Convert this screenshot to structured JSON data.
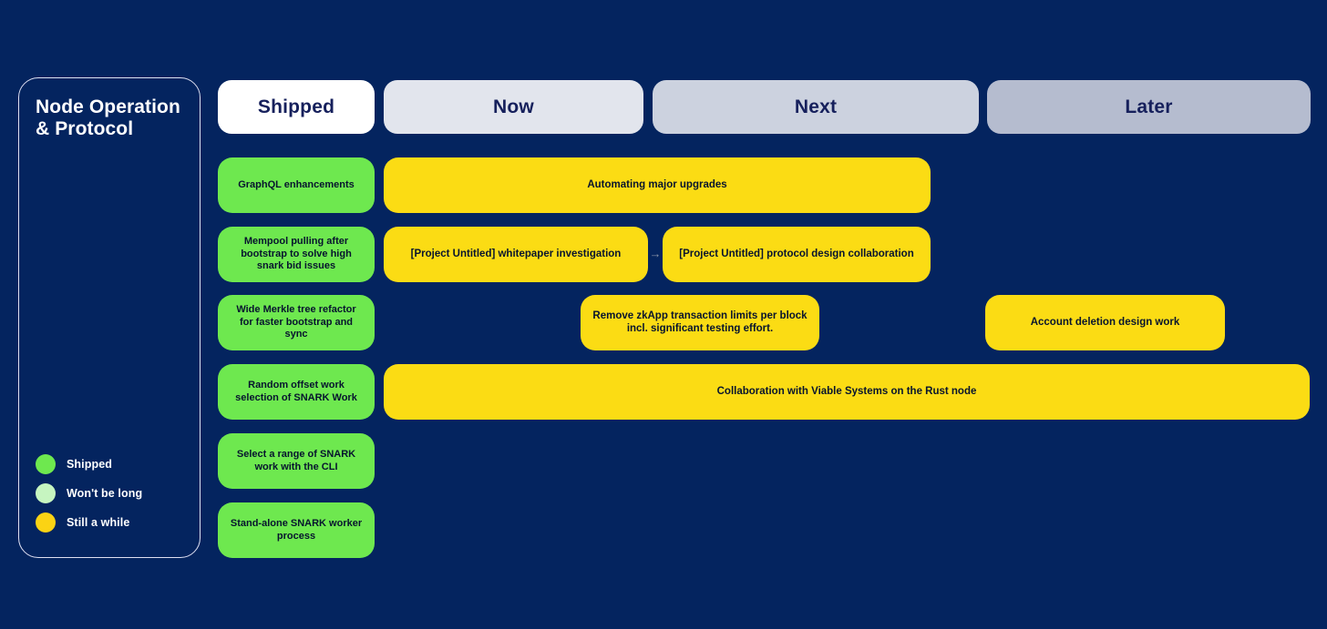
{
  "panel": {
    "title": "Node Operation & Protocol",
    "legend": [
      {
        "label": "Shipped",
        "color": "#6ee84f",
        "name": "legend-dot-shipped"
      },
      {
        "label": "Won't be long",
        "color": "#c6f5c0",
        "name": "legend-dot-wont-be-long"
      },
      {
        "label": "Still a while",
        "color": "#fbd314",
        "name": "legend-dot-still-a-while"
      }
    ]
  },
  "columns": [
    {
      "label": "Shipped",
      "bg": "#ffffff"
    },
    {
      "label": "Now",
      "bg": "#e2e5ed"
    },
    {
      "label": "Next",
      "bg": "#ccd2df"
    },
    {
      "label": "Later",
      "bg": "#b5bccf"
    }
  ],
  "cards": {
    "shipped": [
      "GraphQL enhancements",
      "Mempool pulling after bootstrap to solve high snark bid issues",
      "Wide Merkle tree refactor for faster bootstrap and sync",
      "Random offset work selection of SNARK Work",
      "Select a range of SNARK work with the CLI",
      "Stand-alone SNARK worker process"
    ],
    "row1_now_next": "Automating major upgrades",
    "row2_now": "[Project Untitled] whitepaper investigation",
    "row2_next": "[Project Untitled] protocol design collaboration",
    "row3_next": "Remove zkApp transaction limits per block incl. significant testing effort.",
    "row3_later": "Account deletion design work",
    "row4_wide": "Collaboration with Viable Systems on the Rust node"
  },
  "connector_glyph": "→",
  "colors": {
    "background": "#04245f",
    "green": "#6ee84f",
    "yellow": "#fbdc14",
    "panel_border": "#dfe0f2",
    "header_text": "#16205c",
    "card_text": "#07142e"
  }
}
